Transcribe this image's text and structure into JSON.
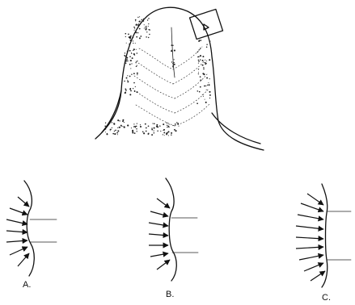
{
  "panels": {
    "a": {
      "label": "A."
    },
    "b": {
      "label": "B."
    },
    "c": {
      "label": "C."
    }
  },
  "colors": {
    "ink": "#111111",
    "background": "#ffffff"
  }
}
